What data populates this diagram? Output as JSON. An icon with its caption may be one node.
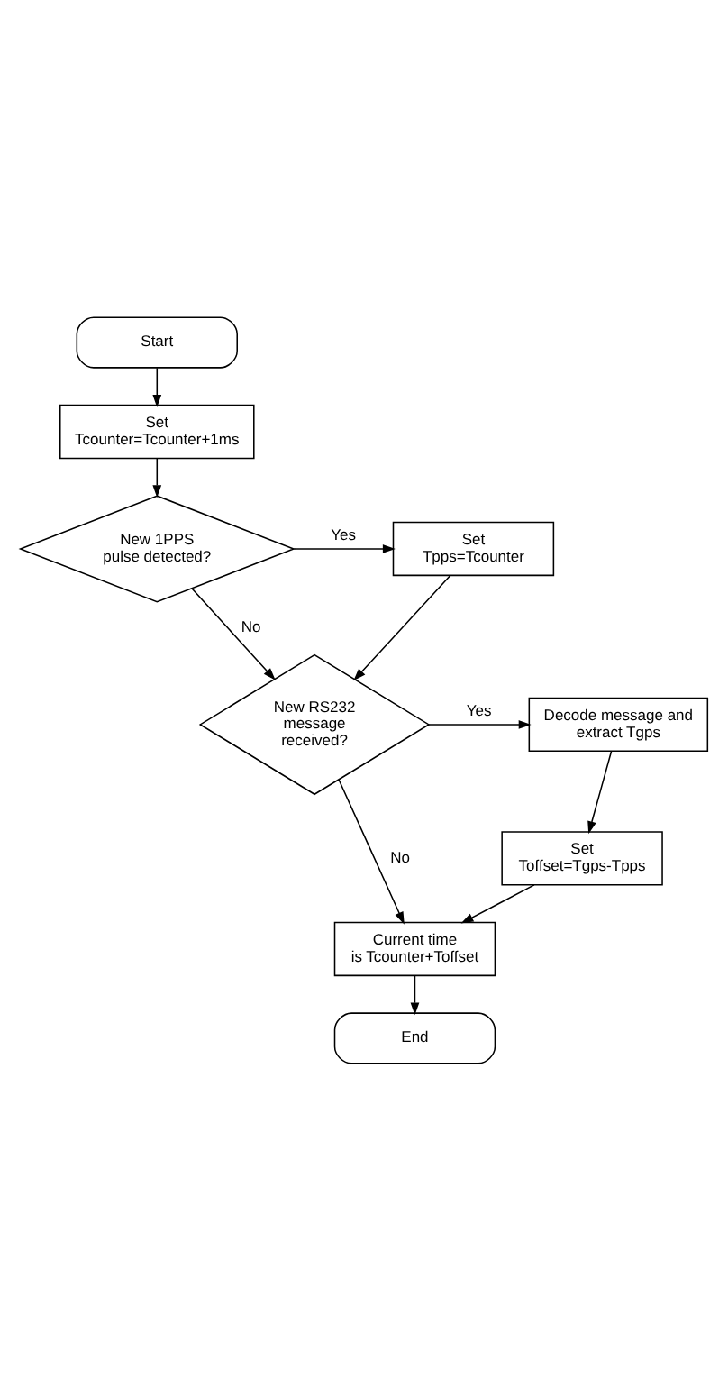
{
  "diagram": {
    "nodes": [
      {
        "text": [
          "Start"
        ]
      },
      {
        "text": [
          "Set Tcounter=Tcounter+1ms"
        ]
      },
      {
        "text": [
          "New 1PPS pulse detected?"
        ]
      },
      {
        "text": [
          "Set Tpps=Tcounter"
        ]
      },
      {
        "text": [
          "New RS232 message received?"
        ]
      },
      {
        "text": [
          "Decode message and extract Tgps"
        ]
      },
      {
        "text": [
          "Set Toffset=Tgps-Tpps"
        ]
      },
      {
        "text": [
          "Current time is Tcounter+Toffset"
        ]
      },
      {
        "text": [
          "End"
        ]
      }
    ],
    "edges": [
      {
        "from": 0,
        "to": 1,
        "arrow": "to"
      },
      {
        "from": 1,
        "to": 2,
        "arrow": "to"
      },
      {
        "from": 2,
        "to": 3,
        "arrow": "to",
        "label": "Yes"
      },
      {
        "from": 2,
        "to": 4,
        "arrow": "to",
        "label": "No"
      },
      {
        "from": 3,
        "to": 4,
        "arrow": "to"
      },
      {
        "from": 4,
        "to": 5,
        "arrow": "to",
        "label": "Yes"
      },
      {
        "from": 4,
        "to": 7,
        "arrow": "to",
        "label": "No"
      },
      {
        "from": 5,
        "to": 6,
        "arrow": "to"
      },
      {
        "from": 6,
        "to": 7,
        "arrow": "to"
      },
      {
        "from": 7,
        "to": 8,
        "arrow": "to"
      }
    ]
  }
}
